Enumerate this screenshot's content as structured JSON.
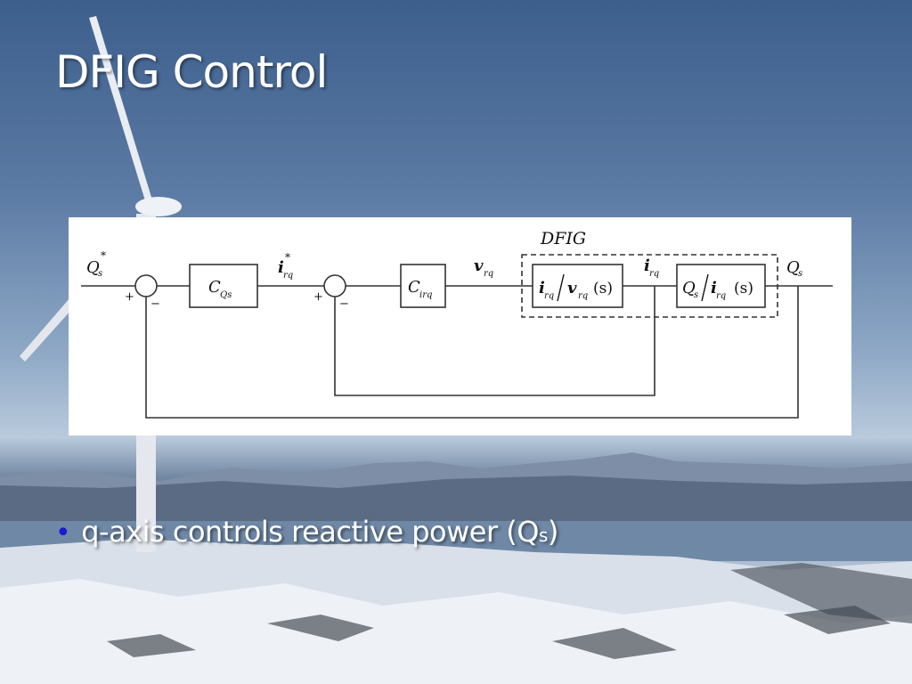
{
  "slide": {
    "title": "DFIG Control",
    "bullet_main": "q-axis controls reactive power (Q",
    "bullet_sub": "s",
    "bullet_tail": ")"
  },
  "diagram": {
    "dfig_label": "DFIG",
    "signals": {
      "qs_ref": "Q",
      "irq_ref": "i",
      "vrq": "v",
      "irq": "i",
      "qs_out": "Q",
      "sub_s": "s",
      "sub_rq": "rq",
      "star": "*"
    },
    "blocks": {
      "c_qs": {
        "main": "C",
        "sub": "Qs"
      },
      "c_irq": {
        "main": "C",
        "sub": "irq"
      },
      "plant_1": {
        "num": "i",
        "num_sub": "rq",
        "den": "v",
        "den_sub": "rq",
        "arg": "(s)"
      },
      "plant_2": {
        "num": "Q",
        "num_sub": "s",
        "den": "i",
        "den_sub": "rq",
        "arg": "(s)"
      }
    },
    "signs": {
      "plus": "+",
      "minus": "−"
    }
  },
  "colors": {
    "bullet_dot": "#1a1ad0",
    "title_text": "#ffffff"
  }
}
